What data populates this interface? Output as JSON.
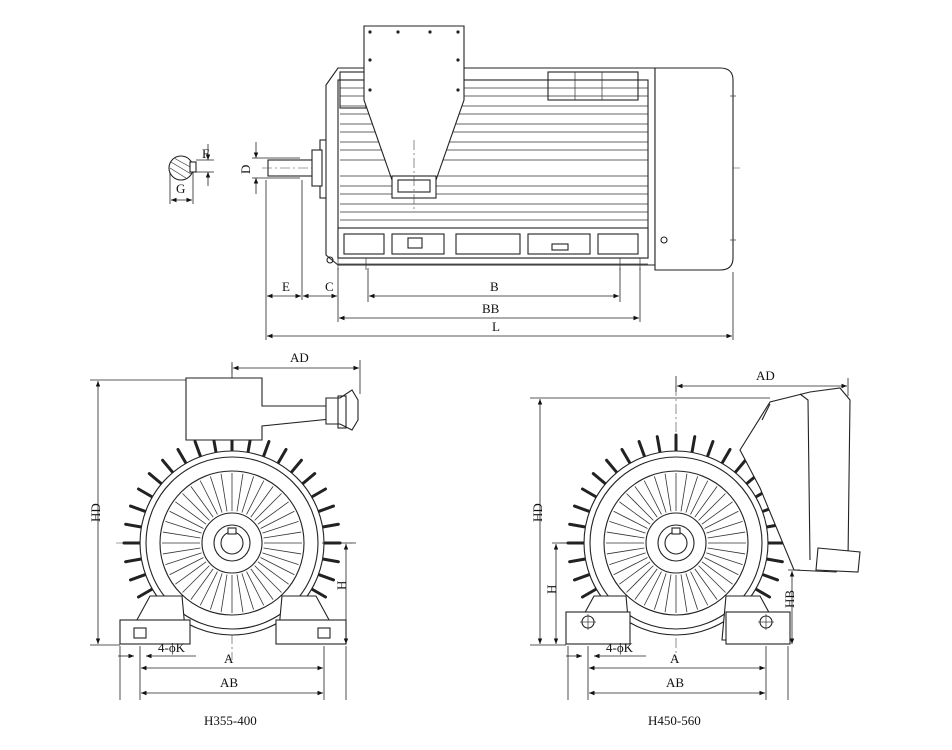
{
  "top_view": {
    "shaft_section": {
      "g_label": "G",
      "f_label": "F"
    },
    "d_label": "D",
    "e_label": "E",
    "c_label": "C",
    "b_label": "B",
    "bb_label": "BB",
    "l_label": "L"
  },
  "left_view": {
    "ad_label": "AD",
    "hd_label": "HD",
    "h_label": "H",
    "k_label": "4-ϕK",
    "a_label": "A",
    "ab_label": "AB",
    "caption": "H355-400"
  },
  "right_view": {
    "ad_label": "AD",
    "hd_label": "HD",
    "h_label": "H",
    "hb_label": "HB",
    "k_label": "4-ϕK",
    "a_label": "A",
    "ab_label": "AB",
    "caption": "H450-560"
  }
}
